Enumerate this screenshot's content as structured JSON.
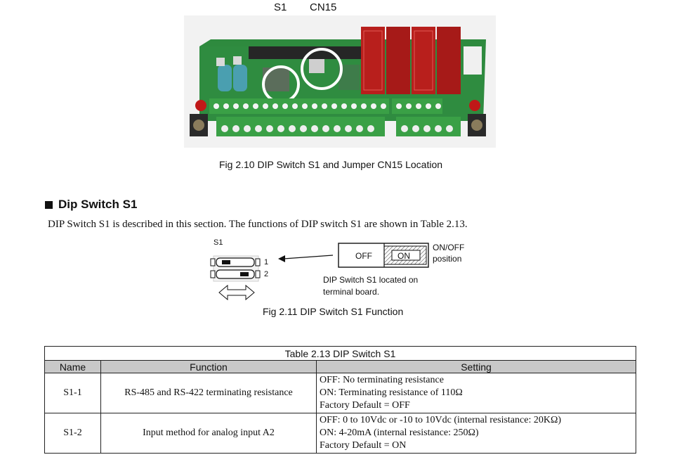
{
  "figure_210": {
    "label_s1": "S1",
    "label_cn15": "CN15",
    "caption": "Fig 2.10  DIP Switch S1 and Jumper CN15 Location"
  },
  "section": {
    "title": "Dip Switch S1",
    "intro": "DIP Switch S1 is described in this section. The functions of DIP switch S1 are shown in Table 2.13."
  },
  "figure_211": {
    "s1_label": "S1",
    "pin1": "1",
    "pin2": "2",
    "off_label": "OFF",
    "on_label": "ON",
    "position_line1": "ON/OFF",
    "position_line2": "position",
    "located_line1": "DIP Switch S1 located on",
    "located_line2": "terminal board.",
    "caption": "Fig 2.11  DIP Switch S1 Function"
  },
  "table": {
    "caption": "Table 2.13  DIP Switch S1",
    "headers": [
      "Name",
      "Function",
      "Setting"
    ],
    "rows": [
      {
        "name": "S1-1",
        "function": "RS-485 and RS-422 terminating resistance",
        "setting": [
          "OFF: No terminating resistance",
          "ON: Terminating resistance of 110Ω",
          "Factory Default = OFF"
        ]
      },
      {
        "name": "S1-2",
        "function": "Input method for analog input A2",
        "setting": [
          "OFF: 0 to 10Vdc or -10 to 10Vdc (internal resistance: 20KΩ)",
          "ON: 4-20mA (internal resistance: 250Ω)",
          "Factory Default = ON"
        ]
      }
    ]
  },
  "colors": {
    "pcb_green": "#2e8a3e",
    "relay_red": "#b81f1c",
    "terminal_green": "#3aa046",
    "header_gray": "#c8c8c8"
  }
}
